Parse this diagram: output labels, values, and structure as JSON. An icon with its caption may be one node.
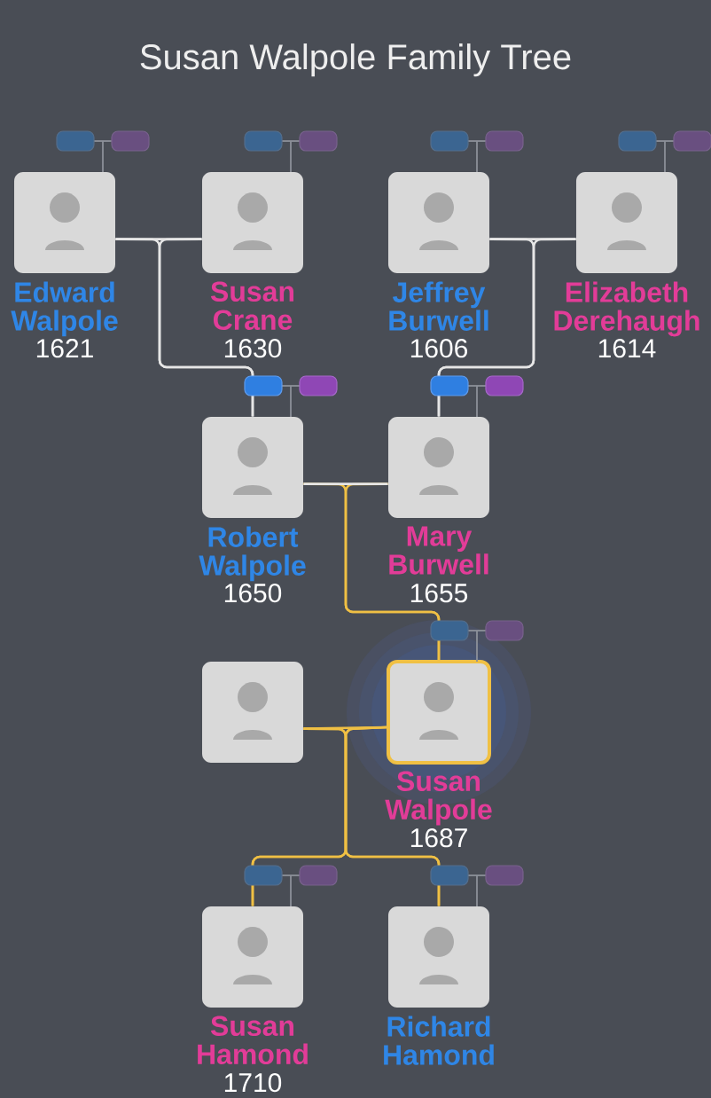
{
  "diagram": {
    "title": "Susan Walpole Family Tree",
    "nodes": [
      {
        "text": [
          "Edward Walpole",
          "1621"
        ]
      },
      {
        "text": [
          "Susan Crane",
          "1630"
        ]
      },
      {
        "text": [
          "Jeffrey Burwell",
          "1606"
        ]
      },
      {
        "text": [
          "Elizabeth Derehaugh",
          "1614"
        ]
      },
      {
        "text": [
          "Robert Walpole",
          "1650"
        ]
      },
      {
        "text": [
          "Mary Burwell",
          "1655"
        ]
      },
      {
        "text": [],
        "shape": "picture"
      },
      {
        "text": [
          "Susan Walpole",
          "1687"
        ]
      },
      {
        "text": [
          "Susan Hamond",
          "1710"
        ]
      },
      {
        "text": [
          "Richard Hamond"
        ]
      }
    ],
    "edges": [
      {
        "from": 0,
        "to": 1,
        "arrow": "none"
      },
      {
        "from": 0,
        "to": 4,
        "arrow": "none"
      },
      {
        "from": 1,
        "to": 4,
        "arrow": "none"
      },
      {
        "from": 2,
        "to": 3,
        "arrow": "none"
      },
      {
        "from": 2,
        "to": 5,
        "arrow": "none"
      },
      {
        "from": 3,
        "to": 5,
        "arrow": "none"
      },
      {
        "from": 4,
        "to": 5,
        "arrow": "none"
      },
      {
        "from": 4,
        "to": 7,
        "arrow": "none",
        "color": "#f0c044"
      },
      {
        "from": 5,
        "to": 7,
        "arrow": "none",
        "color": "#f0c044"
      },
      {
        "from": 6,
        "to": 7,
        "arrow": "none",
        "color": "#f0c044"
      },
      {
        "from": 6,
        "to": 8,
        "arrow": "none",
        "color": "#f0c044"
      },
      {
        "from": 7,
        "to": 8,
        "arrow": "none",
        "color": "#f0c044"
      },
      {
        "from": 6,
        "to": 9,
        "arrow": "none",
        "color": "#f0c044"
      },
      {
        "from": 7,
        "to": 9,
        "arrow": "none",
        "color": "#f0c044"
      }
    ]
  }
}
